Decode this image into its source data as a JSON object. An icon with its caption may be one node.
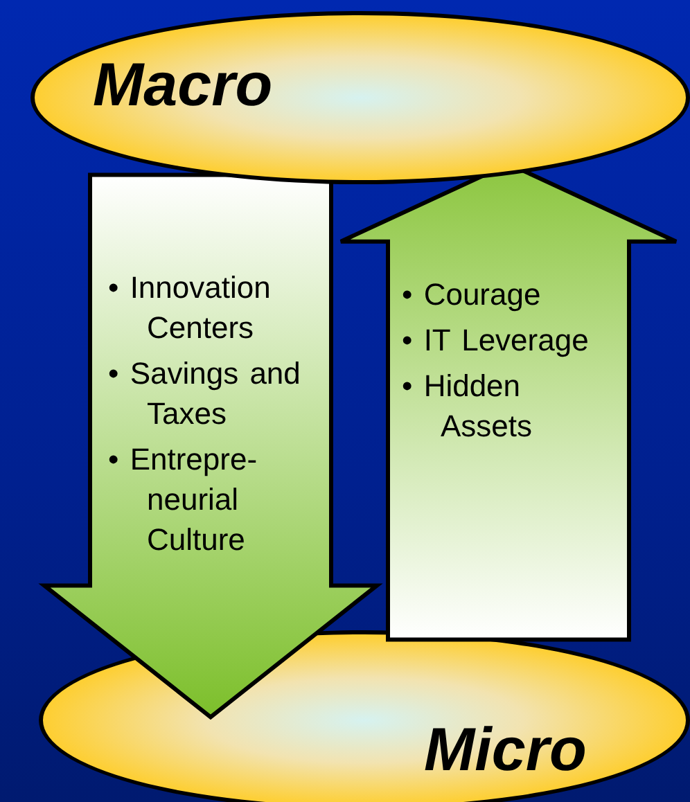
{
  "diagram": {
    "nodes": [
      {
        "text": [
          "Macro"
        ]
      },
      {
        "text": [
          "Micro"
        ]
      }
    ],
    "edges": [
      {
        "from": 0,
        "to": 1,
        "arrow": "to"
      },
      {
        "from": 1,
        "to": 0,
        "arrow": "to"
      }
    ],
    "labels": [
      "• Innovation Centers",
      "• Savings and Taxes",
      "• Entrepre- neurial Culture",
      "• Courage",
      "• IT Leverage",
      "• Hidden Assets"
    ]
  }
}
